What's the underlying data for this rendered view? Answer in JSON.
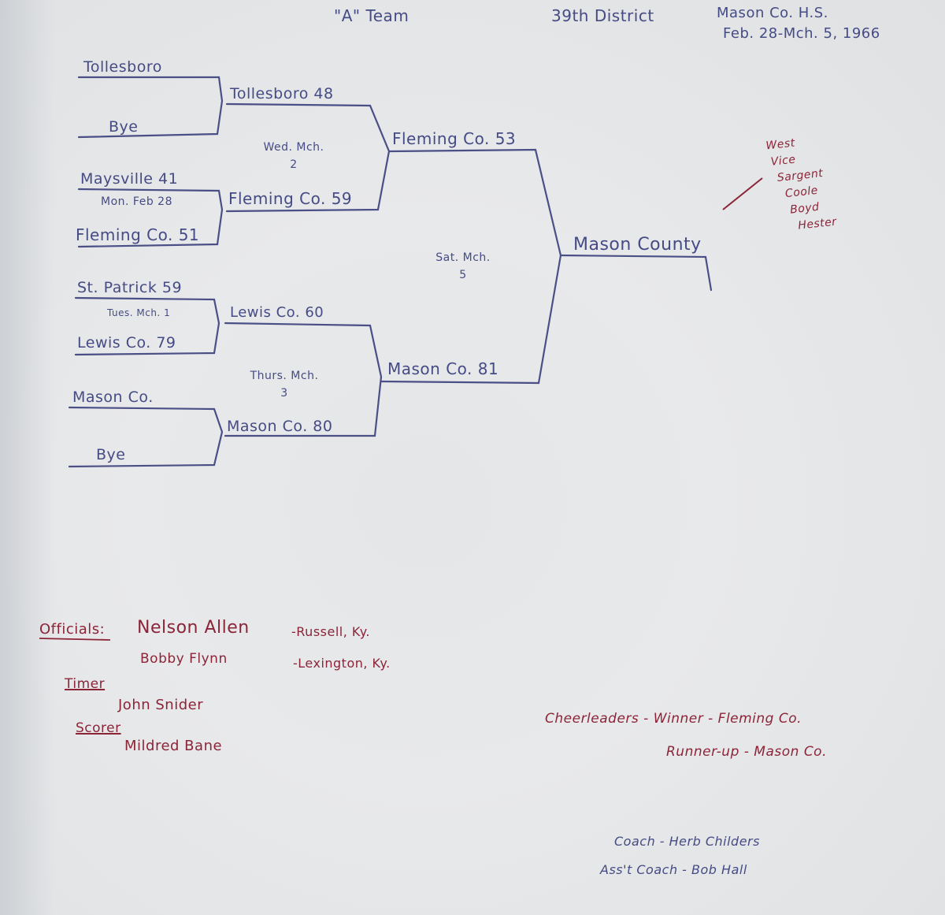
{
  "header": {
    "team": "\"A\" Team",
    "district": "39th District",
    "site": "Mason Co. H.S.",
    "dates": "Feb. 28-Mch. 5, 1966"
  },
  "round1": {
    "g1_top": "Tollesboro",
    "g1_bottom": "Bye",
    "g2_top": "Maysville 41",
    "g2_date": "Mon. Feb 28",
    "g2_bottom": "Fleming Co. 51",
    "g3_top": "St. Patrick 59",
    "g3_date": "Tues. Mch. 1",
    "g3_bottom": "Lewis Co. 79",
    "g4_top": "Mason Co.",
    "g4_bottom": "Bye"
  },
  "round2": {
    "w1": "Tollesboro 48",
    "w2": "Fleming Co. 59",
    "date_top": "Wed. Mch. 2",
    "w3": "Lewis Co. 60",
    "w4": "Mason Co. 80",
    "date_bottom": "Thurs. Mch. 3"
  },
  "semis": {
    "top": "Fleming Co. 53",
    "bottom": "Mason Co. 81",
    "date": "Sat. Mch. 5"
  },
  "champion": "Mason County",
  "all_tourney": [
    "West",
    "Vice",
    "Sargent",
    "Coole",
    "Boyd",
    "Hester"
  ],
  "officials": {
    "label": "Officials:",
    "names": [
      "Nelson Allen",
      "Bobby Flynn"
    ],
    "towns": [
      "-Russell, Ky.",
      "-Lexington, Ky."
    ],
    "timer_label": "Timer",
    "timer": "John Snider",
    "scorer_label": "Scorer",
    "scorer": "Mildred Bane"
  },
  "cheerleaders": {
    "line1": "Cheerleaders - Winner - Fleming Co.",
    "line2": "Runner-up - Mason Co."
  },
  "coaches": {
    "coach": "Coach - Herb Childers",
    "assistant": "Ass't Coach - Bob Hall"
  },
  "colors": {
    "pencil_blue": "#454b84",
    "ink_red": "#8c2438",
    "paper": "#e6e7e9"
  }
}
